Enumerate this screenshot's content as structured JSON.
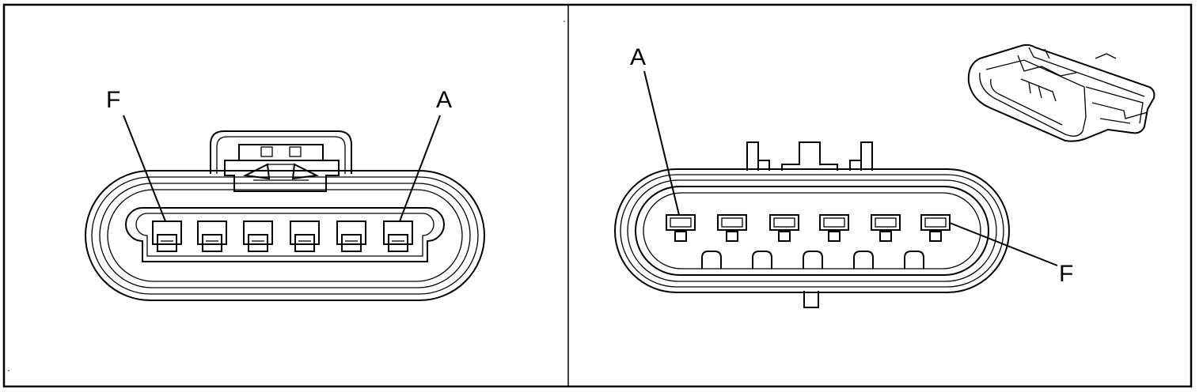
{
  "figure": {
    "left_panel": {
      "view": "female-connector-face",
      "pin_count": 6,
      "label_left": "F",
      "label_right": "A"
    },
    "right_panel": {
      "view": "male-connector-face",
      "pin_count": 6,
      "label_left": "A",
      "label_right": "F",
      "inset": "connector-isometric-view"
    },
    "colors": {
      "line": "#000000",
      "background": "#ffffff"
    }
  }
}
